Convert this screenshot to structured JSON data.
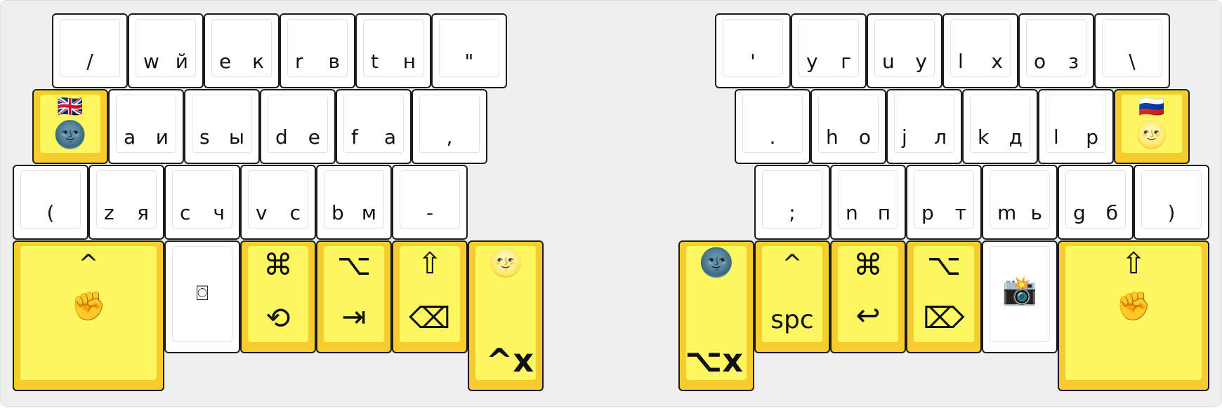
{
  "colors": {
    "held_key": "#f6cd2e",
    "held_key_face": "#fdf862",
    "plain_key": "#ffffff",
    "border": "#1b1b1b",
    "background": "#efefef"
  },
  "left": {
    "row1": [
      {
        "c": "/"
      },
      {
        "l": "w",
        "r": "й"
      },
      {
        "l": "e",
        "r": "к"
      },
      {
        "l": "r",
        "r": "в"
      },
      {
        "l": "t",
        "r": "н"
      },
      {
        "c": "\""
      }
    ],
    "lang_key": {
      "top_icon": "🇬🇧",
      "bottom_icon": "🌚",
      "icon_names": [
        "uk-flag-icon",
        "new-moon-face-icon"
      ]
    },
    "row2": [
      {
        "l": "a",
        "r": "и"
      },
      {
        "l": "s",
        "r": "ы"
      },
      {
        "l": "d",
        "r": "е"
      },
      {
        "l": "f",
        "r": "а"
      },
      {
        "c": ","
      }
    ],
    "row3": [
      {
        "c": "("
      },
      {
        "l": "z",
        "r": "я"
      },
      {
        "l": "c",
        "r": "ч"
      },
      {
        "l": "v",
        "r": "с"
      },
      {
        "l": "b",
        "r": "м"
      },
      {
        "c": "-"
      }
    ],
    "thumbs": {
      "ctrl_top": "^",
      "ctrl_bottom": "✊",
      "lang_switch": "⌼",
      "cmd_top": "⌘",
      "cmd_bottom": "⟲",
      "opt_top": "⌥",
      "opt_bottom": "⇥",
      "shift_top": "⇧",
      "shift_bottom": "⌫",
      "moon_top": "🌝",
      "moon_bottom": "^x"
    }
  },
  "right": {
    "row1": [
      {
        "c": "'"
      },
      {
        "l": "y",
        "r": "г"
      },
      {
        "l": "u",
        "r": "у"
      },
      {
        "l": "l",
        "r": "х"
      },
      {
        "l": "o",
        "r": "з"
      },
      {
        "c": "\\"
      }
    ],
    "row2": [
      {
        "c": "."
      },
      {
        "l": "h",
        "r": "о"
      },
      {
        "l": "j",
        "r": "л"
      },
      {
        "l": "k",
        "r": "д"
      },
      {
        "l": "l",
        "r": "р"
      }
    ],
    "lang_key": {
      "top_icon": "🇷🇺",
      "bottom_icon": "🌝",
      "icon_names": [
        "russia-flag-icon",
        "full-moon-face-icon"
      ]
    },
    "row3": [
      {
        "c": ";"
      },
      {
        "l": "n",
        "r": "п"
      },
      {
        "l": "p",
        "r": "т"
      },
      {
        "l": "m",
        "r": "ь"
      },
      {
        "l": "g",
        "r": "б"
      },
      {
        "c": ")"
      }
    ],
    "thumbs": {
      "moon_top": "🌚",
      "moon_bottom": "⌥x",
      "ctrl_top": "^",
      "ctrl_bottom": "spc",
      "cmd_top": "⌘",
      "cmd_bottom": "↩",
      "opt_top": "⌥",
      "opt_bottom": "⌦",
      "camera": "📸",
      "shift_top": "⇧",
      "shift_bottom": "✊"
    }
  }
}
